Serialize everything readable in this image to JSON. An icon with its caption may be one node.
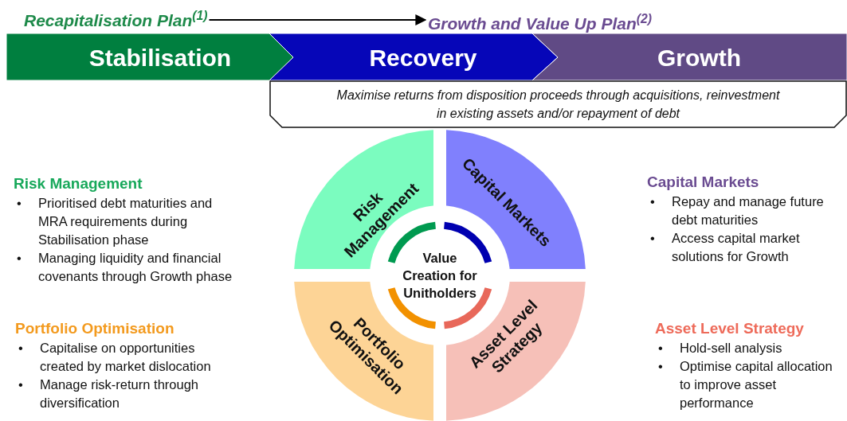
{
  "diagram": {
    "nodes": [
      {
        "text": [
          "Recapitalisation Plan$^{(1)}$"
        ]
      },
      {
        "text": [
          "Growth and Value Up Plan$^{(2)}$"
        ]
      },
      {
        "text": [
          "Stabilisation"
        ]
      },
      {
        "text": [
          "Recovery"
        ]
      },
      {
        "text": [
          "Growth"
        ]
      },
      {
        "text": [
          "Maximise returns from disposition proceeds through acquisitions, reinvestment in existing assets and/or repayment of debt"
        ]
      },
      {
        "text": [
          "Risk Management"
        ]
      },
      {
        "text": [
          "Capital Markets"
        ]
      },
      {
        "text": [
          "Portfolio Optimisation"
        ]
      },
      {
        "text": [
          "Asset Level Strategy"
        ]
      },
      {
        "text": [
          "Value Creation for Unitholders"
        ]
      }
    ],
    "edges": [
      {
        "from": 0,
        "to": 1,
        "arrow": "to"
      }
    ],
    "labels": [
      "Risk Management",
      "•",
      "Prioritised debt maturities and MRA requirements during Stabilisation phase",
      "•",
      "Managing liquidity and financial covenants through Growth phase",
      "Capital Markets",
      "•",
      "Repay and manage future debt maturities",
      "•",
      "Access capital market solutions for Growth",
      "Portfolio Optimisation",
      "•",
      "Capitalise on opportunities created by market dislocation",
      "•",
      "Manage risk-return through diversification",
      "Asset Level Strategy",
      "•",
      "Hold-sell analysis",
      "•",
      "Optimise capital allocation to improve asset performance"
    ]
  }
}
